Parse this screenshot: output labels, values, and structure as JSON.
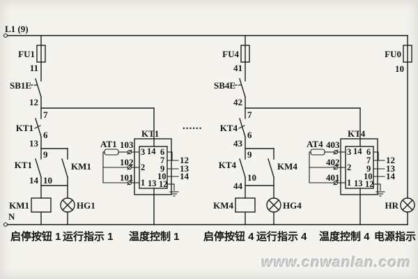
{
  "colors": {
    "line": "#1b1b1b",
    "background": "#f4f3ee",
    "watermark": "#c9c9c9"
  },
  "rails": {
    "live": "L1 (9)",
    "neutral": "N"
  },
  "separator_dots": "......",
  "watermark_text": "www.cnwanlan.com",
  "power_indicator": {
    "fuse": "FU0",
    "wire": "10",
    "lamp": "HR"
  },
  "circuit1": {
    "fuse": "FU1",
    "wire1": "11",
    "button": "SB1E",
    "wire2": "12",
    "wire3": "13",
    "wire4": "14",
    "pin7": "7",
    "pin6": "6",
    "pin9": "9",
    "pin10": "10",
    "timer_contact_a": "KT1",
    "timer_contact_b": "KT1",
    "km_aux_contact": "KM1",
    "coil": "KM1",
    "lamp": "HG1",
    "block": {
      "title": "KT1",
      "sensor": "AT1",
      "t1": "103",
      "t2": "102",
      "t3": "101",
      "pl1": "3",
      "pl2": "2",
      "pl3": "1",
      "pt": "14",
      "pr1": "6",
      "pr2": "7",
      "pr3": "9",
      "pr4": "10",
      "pb": "13",
      "pc": "12",
      "lead1": "12",
      "lead2": "13",
      "lead3": "14"
    }
  },
  "circuit4": {
    "fuse": "FU4",
    "wire1": "41",
    "button": "SB4E",
    "wire2": "42",
    "wire3": "43",
    "wire4": "44",
    "pin7": "7",
    "pin6": "6",
    "pin9": "9",
    "pin10": "10",
    "timer_contact_a": "KT4",
    "timer_contact_b": "KT4",
    "km_aux_contact": "KM4",
    "coil": "KM4",
    "lamp": "HG4",
    "block": {
      "title": "KT4",
      "sensor": "AT4",
      "t1": "403",
      "t2": "402",
      "t3": "401",
      "pl1": "3",
      "pl2": "2",
      "pl3": "1",
      "pt": "14",
      "pr1": "6",
      "pr2": "7",
      "pr3": "9",
      "pr4": "10",
      "pb": "13",
      "pc": "12",
      "lead1": "12",
      "lead2": "13",
      "lead3": "14"
    }
  },
  "captions": {
    "c1": "启停按钮 1",
    "c2": "运行指示 1",
    "c3": "温度控制 1",
    "c4": "启停按钮 4",
    "c5": "运行指示 4",
    "c6": "温度控制 4",
    "c7": "电源指示"
  }
}
